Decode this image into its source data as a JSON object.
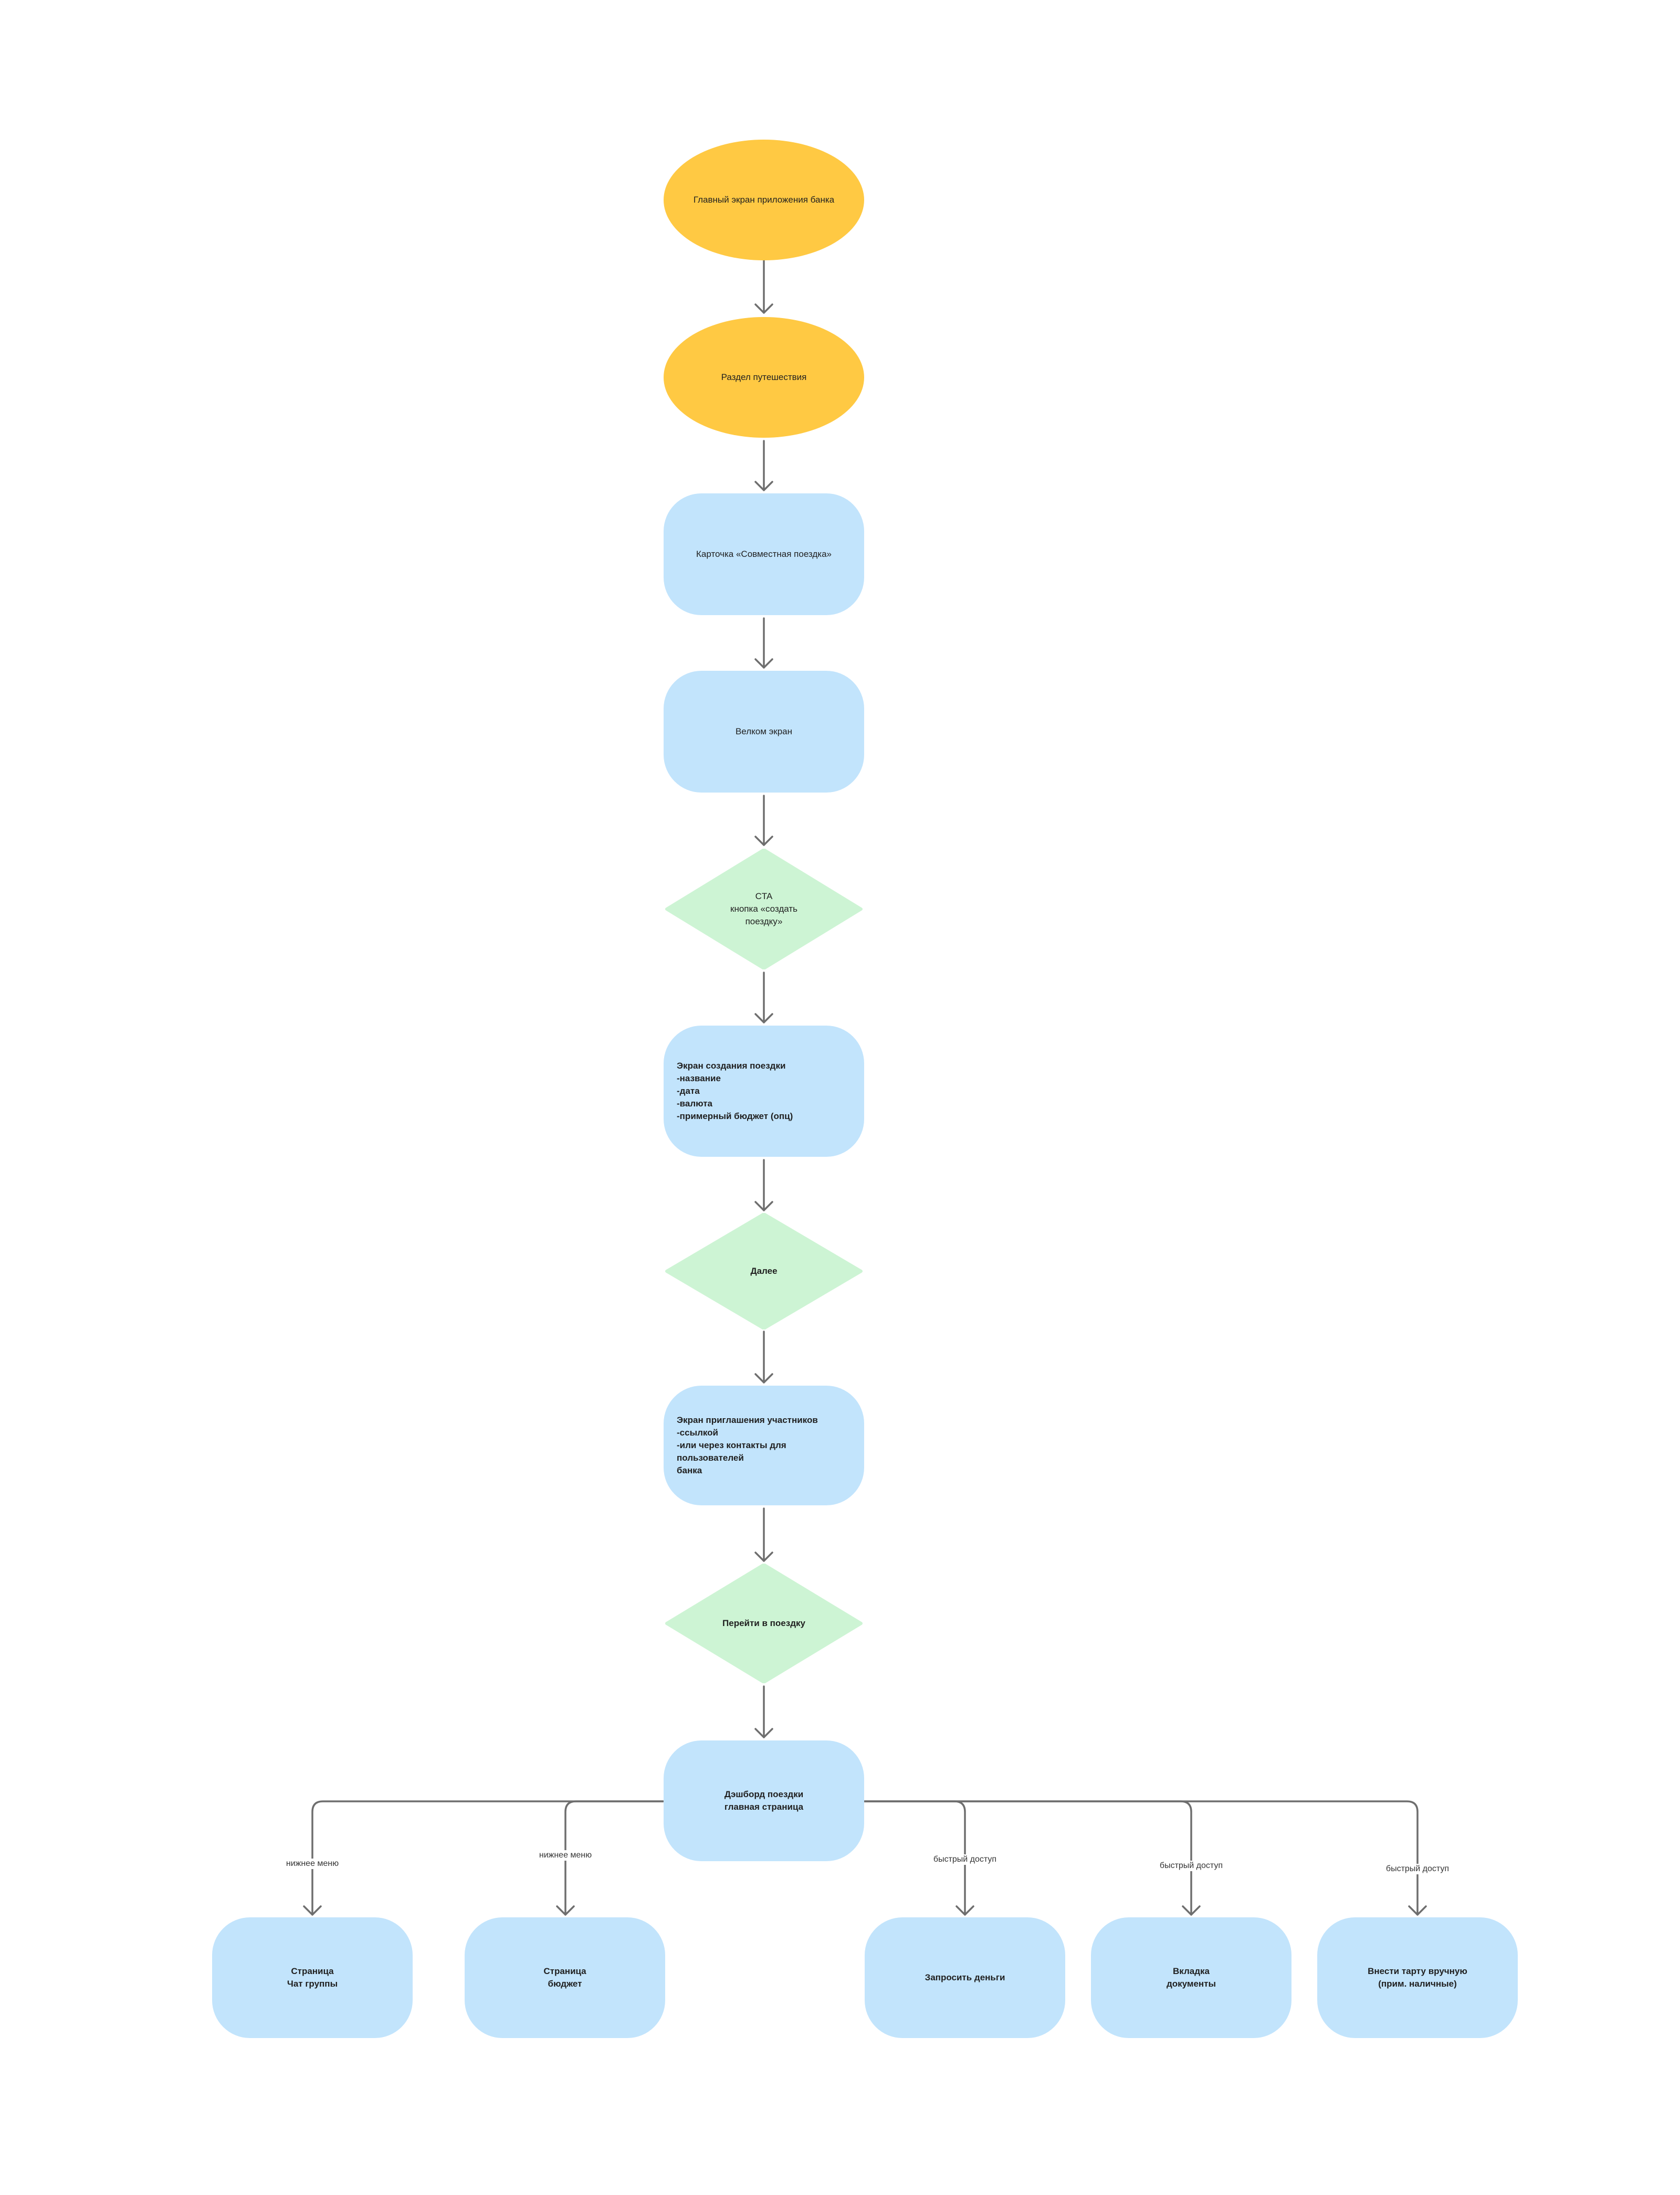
{
  "nodes": {
    "main_screen": "Главный экран приложения банка",
    "travel_section": "Раздел путешествия",
    "joint_trip_card": "Карточка «Совместная поездка»",
    "welcome_screen": "Велком экран",
    "cta_create": "CTA\nкнопка «создать\nпоездку»",
    "create_trip_screen": "Экран создания поездки\n-название\n-дата\n-валюта\n-примерный бюджет (опц)",
    "next": "Далее",
    "invite_screen": "Экран приглашения участников\n-ссылкой\n-или через контакты для пользователей\nбанка",
    "go_to_trip": "Перейти в поездку",
    "trip_dashboard": "Дэшборд поездки\nглавная  страница",
    "chat_page": "Страница\nЧат группы",
    "budget_page": "Страница\nбюджет",
    "request_money": "Запросить деньги",
    "documents_tab": "Вкладка\nдокументы",
    "manual_expense": "Внести тарту вручную\n(прим. наличные)"
  },
  "edge_labels": {
    "to_chat": "нижнее меню",
    "to_budget": "нижнее меню",
    "to_request": "быстрый доступ",
    "to_documents": "быстрый доступ",
    "to_manual": "быстрый доступ"
  },
  "colors": {
    "start_oval": "#ffc943",
    "screen_rect": "#c2e4fc",
    "decision_diamond": "#cdf4d4",
    "connector": "#6e6e6e"
  }
}
